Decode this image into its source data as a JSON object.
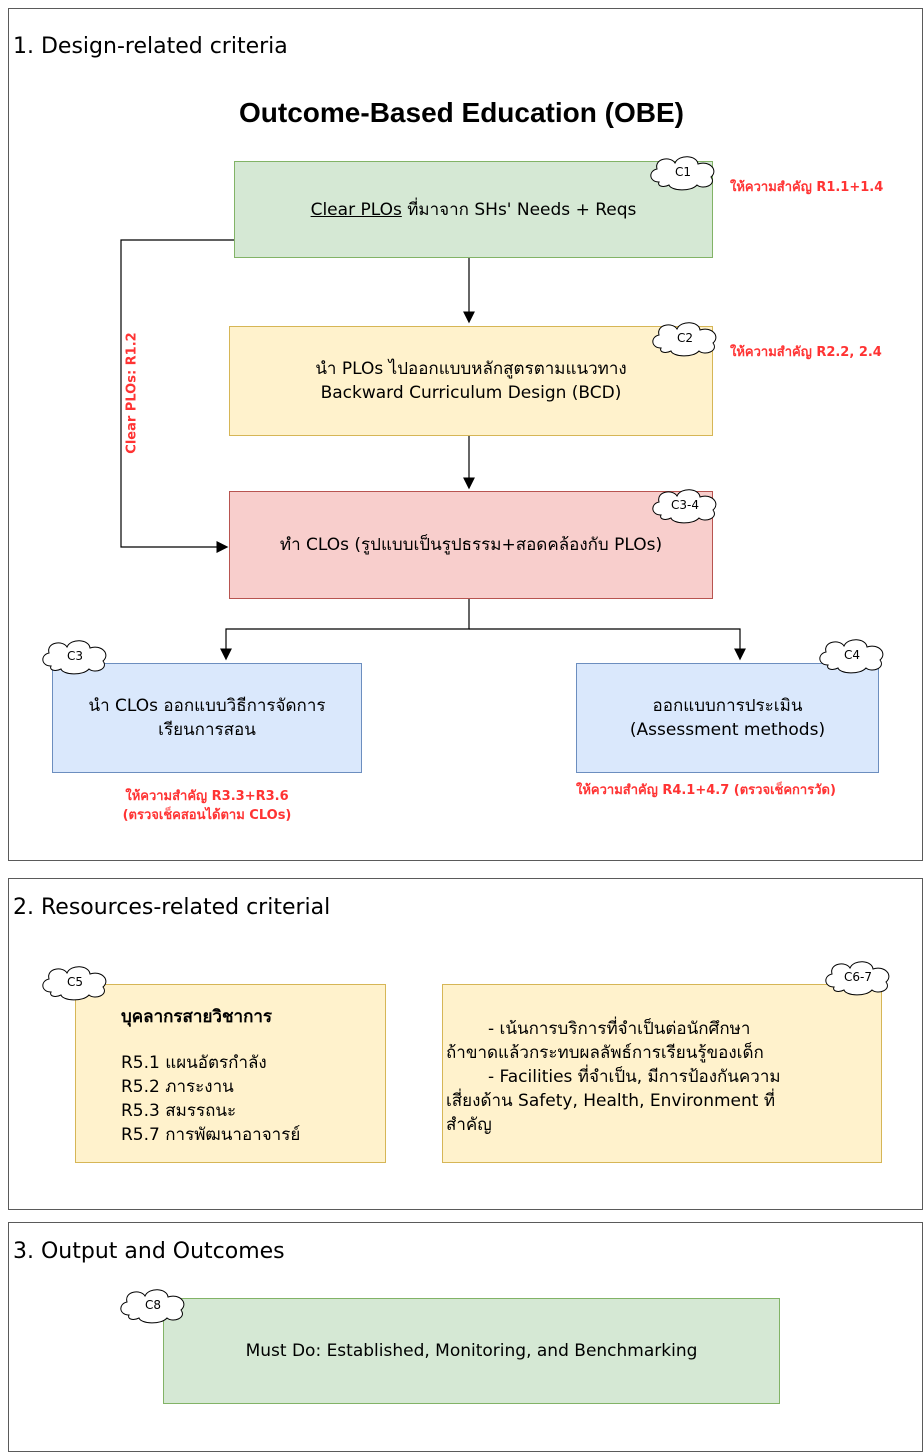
{
  "section1": {
    "title": "1. Design-related criteria",
    "heading": "Outcome-Based Education (OBE)",
    "c1": {
      "tag": "C1",
      "pre": "Clear PLOs",
      "post": " ที่มาจาก SHs' Needs + Reqs",
      "note": "ให้ความสำคัญ R1.1+1.4"
    },
    "c2": {
      "tag": "C2",
      "line1": "นำ PLOs ไปออกแบบหลักสูตรตามแนวทาง",
      "line2": "Backward Curriculum Design (BCD)",
      "note": "ให้ความสำคัญ R2.2, 2.4"
    },
    "c34": {
      "tag": "C3-4",
      "text": "ทำ CLOs (รูปแบบเป็นรูปธรรม+สอดคล้องกับ PLOs)"
    },
    "side_label": "Clear PLOs: R1.2",
    "c3": {
      "tag": "C3",
      "line1": "นำ CLOs ออกแบบวิธีการจัดการ",
      "line2": "เรียนการสอน",
      "note1": "ให้ความสำคัญ R3.3+R3.6",
      "note2": "(ตรวจเช็คสอนได้ตาม CLOs)"
    },
    "c4": {
      "tag": "C4",
      "line1": "ออกแบบการประเมิน",
      "line2": "(Assessment methods)",
      "note": "ให้ความสำคัญ R4.1+4.7 (ตรวจเช็คการวัด)"
    }
  },
  "section2": {
    "title": "2. Resources-related criterial",
    "c5": {
      "tag": "C5",
      "heading": "บุคลากรสายวิชาการ",
      "items": [
        "R5.1 แผนอัตรกำลัง",
        "R5.2 ภาระงาน",
        "R5.3 สมรรถนะ",
        "R5.7 การพัฒนาอาจารย์"
      ]
    },
    "c67": {
      "tag": "C6-7",
      "lines": [
        "- เน้นการบริการที่จำเป็นต่อนักศึกษา",
        "ถ้าขาดแล้วกระทบผลลัพธ์การเรียนรู้ของเด็ก",
        "- Facilities ที่จำเป็น, มีการป้องกันความ",
        "เสี่ยงด้าน Safety, Health, Environment ที่",
        "สำคัญ"
      ]
    }
  },
  "section3": {
    "title": "3. Output and Outcomes",
    "c8": {
      "tag": "C8",
      "text": "Must Do: Established, Monitoring, and Benchmarking"
    }
  },
  "colors": {
    "green": "#d5e8d4",
    "yellow": "#fff2cc",
    "red": "#f8cecc",
    "blue": "#dae8fc",
    "note": "#ff3333"
  }
}
